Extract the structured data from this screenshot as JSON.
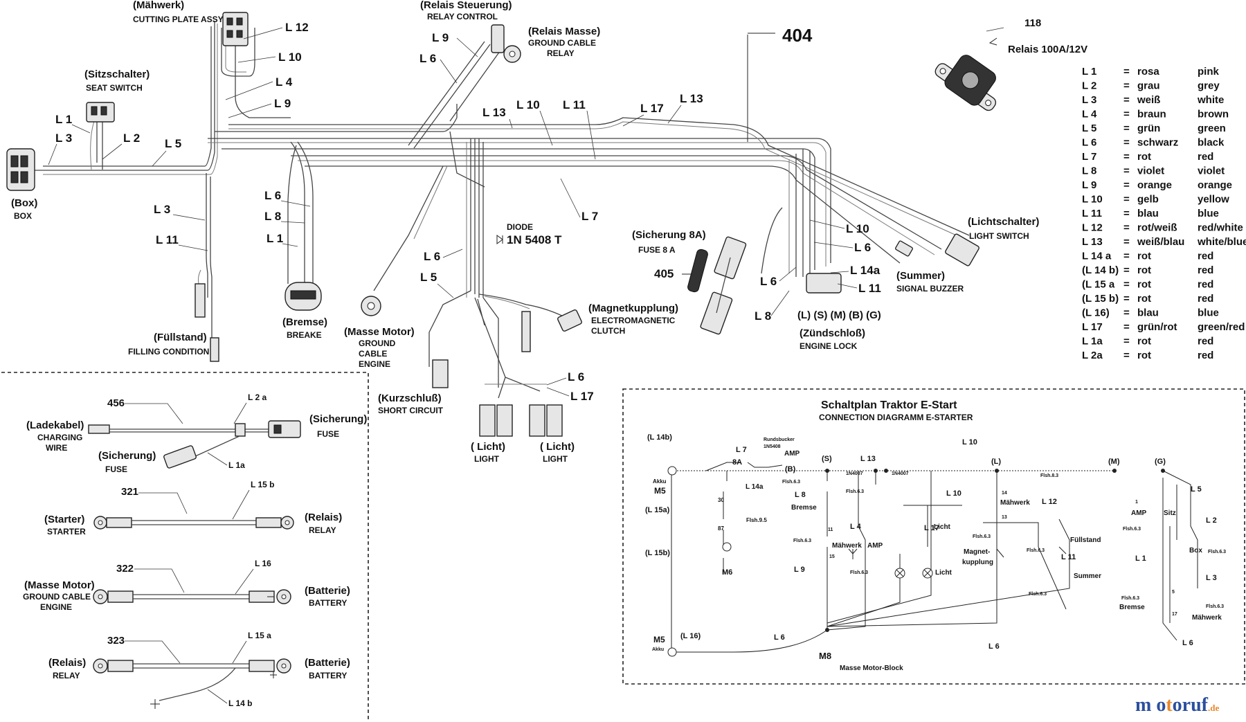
{
  "main": {
    "maehwerk": {
      "de": "(Mähwerk)",
      "en": "CUTTING PLATE ASSY"
    },
    "relais_steuerung": {
      "de": "(Relais Steuerung)",
      "en": "RELAY CONTROL"
    },
    "relais_masse": {
      "de": "(Relais Masse)",
      "en1": "GROUND CABLE",
      "en2": "RELAY"
    },
    "sitzschalter": {
      "de": "(Sitzschalter)",
      "en": "SEAT SWITCH"
    },
    "box": {
      "de": "(Box)",
      "en": "BOX"
    },
    "fuellstand": {
      "de": "(Füllstand)",
      "en": "FILLING CONDITION"
    },
    "bremse": {
      "de": "(Bremse)",
      "en": "BREAKE"
    },
    "masse_motor": {
      "de": "(Masse Motor)",
      "en1": "GROUND",
      "en2": "CABLE",
      "en3": "ENGINE"
    },
    "diode": {
      "title": "DIODE",
      "part": "1N 5408 T"
    },
    "magnetkupplung": {
      "de": "(Magnetkupplung)",
      "en1": "ELECTROMAGNETIC",
      "en2": "CLUTCH"
    },
    "sicherung": {
      "de": "(Sicherung 8A)",
      "en": "FUSE 8 A"
    },
    "lichtschalter": {
      "de": "(Lichtschalter)",
      "en": "LIGHT SWITCH"
    },
    "summer": {
      "de": "(Summer)",
      "en": "SIGNAL BUZZER"
    },
    "zuendschloss": {
      "terminals": "(L)  (S)  (M)  (B)  (G)",
      "de": "(Zündschloß)",
      "en": "ENGINE LOCK"
    },
    "kurzschluss": {
      "de": "(Kurzschluß)",
      "en": "SHORT CIRCUIT"
    },
    "licht1": {
      "de": "( Licht)",
      "en": "LIGHT"
    },
    "licht2": {
      "de": "( Licht)",
      "en": "LIGHT"
    },
    "num404": "404",
    "num405": "405",
    "num118": "118",
    "relay_label": "Relais 100A/12V",
    "wire_labels": {
      "l12": "L 12",
      "l10a": "L 10",
      "l4": "L 4",
      "l9a": "L 9",
      "l9b": "L 9",
      "l6a": "L 6",
      "l13a": "L 13",
      "l10b": "L 10",
      "l11a": "L 11",
      "l17a": "L 17",
      "l13b": "L 13",
      "l1a": "L 1",
      "l3a": "L 3",
      "l2": "L 2",
      "l5a": "L 5",
      "l3b": "L 3",
      "l11b": "L 11",
      "l6b": "L 6",
      "l8a": "L 8",
      "l1b": "L 1",
      "l7": "L 7",
      "l6c": "L 6",
      "l5b": "L 5",
      "l10c": "L 10",
      "l6d": "L 6",
      "l14a": "L 14a",
      "l11c": "L 11",
      "l6e": "L 6",
      "l8b": "L 8",
      "l6f": "L 6",
      "l17b": "L 17"
    }
  },
  "legend": [
    {
      "code": "L 1",
      "de": "rosa",
      "en": "pink"
    },
    {
      "code": "L 2",
      "de": "grau",
      "en": "grey"
    },
    {
      "code": "L 3",
      "de": "weiß",
      "en": "white"
    },
    {
      "code": "L 4",
      "de": "braun",
      "en": "brown"
    },
    {
      "code": "L 5",
      "de": "grün",
      "en": "green"
    },
    {
      "code": "L 6",
      "de": "schwarz",
      "en": "black"
    },
    {
      "code": "L 7",
      "de": "rot",
      "en": "red"
    },
    {
      "code": "L 8",
      "de": "violet",
      "en": "violet"
    },
    {
      "code": "L 9",
      "de": "orange",
      "en": "orange"
    },
    {
      "code": "L 10",
      "de": "gelb",
      "en": "yellow"
    },
    {
      "code": "L 11",
      "de": "blau",
      "en": "blue"
    },
    {
      "code": "L 12",
      "de": "rot/weiß",
      "en": "red/white"
    },
    {
      "code": "L 13",
      "de": "weiß/blau",
      "en": "white/blue"
    },
    {
      "code": "L 14 a",
      "de": "rot",
      "en": "red"
    },
    {
      "code": "(L 14 b)",
      "de": "rot",
      "en": "red"
    },
    {
      "code": "(L 15 a",
      "de": "rot",
      "en": "red"
    },
    {
      "code": "(L 15 b)",
      "de": "rot",
      "en": "red"
    },
    {
      "code": "(L 16)",
      "de": "blau",
      "en": "blue"
    },
    {
      "code": "L 17",
      "de": "grün/rot",
      "en": "green/red"
    },
    {
      "code": "L 1a",
      "de": "rot",
      "en": "red"
    },
    {
      "code": "L 2a",
      "de": "rot",
      "en": "red"
    }
  ],
  "legend_eq": "=",
  "cables": {
    "c456": {
      "num": "456",
      "left_de": "(Ladekabel)",
      "left_en1": "CHARGING",
      "left_en2": "WIRE",
      "right_de": "(Sicherung)",
      "right_en": "FUSE",
      "wire": "L 2 a",
      "sub_de": "(Sicherung)",
      "sub_en": "FUSE",
      "sub_wire": "L 1a"
    },
    "c321": {
      "num": "321",
      "left_de": "(Starter)",
      "left_en": "STARTER",
      "right_de": "(Relais)",
      "right_en": "RELAY",
      "wire": "L 15 b"
    },
    "c322": {
      "num": "322",
      "left_de": "(Masse Motor)",
      "left_en1": "GROUND CABLE",
      "left_en2": "ENGINE",
      "right_de": "(Batterie)",
      "right_en": "BATTERY",
      "wire": "L 16"
    },
    "c323": {
      "num": "323",
      "left_de": "(Relais)",
      "left_en": "RELAY",
      "right_de": "(Batterie)",
      "right_en": "BATTERY",
      "wire": "L 15 a",
      "sub_wire": "L 14 b"
    }
  },
  "schematic": {
    "title": "Schaltplan Traktor E-Start",
    "subtitle": "CONNECTION DIAGRAMM E-STARTER",
    "labels": {
      "l14b": "(L 14b)",
      "akku1": "Akku",
      "m5a": "M5",
      "l15a": "(L 15a)",
      "l15b": "(L 15b)",
      "m6": "M6",
      "t30": "30",
      "t87": "87",
      "fl95": "Flsh.9.5",
      "l7": "L 7",
      "a8": "8A",
      "rund1": "Rundsbucker",
      "rund2": "1N5408",
      "amp1": "AMP",
      "b": "(B)",
      "l14a": "L 14a",
      "fl63a": "Flsh.6.3",
      "s": "(S)",
      "l8": "L 8",
      "bremse": "Bremse",
      "l13": "L 13",
      "d1": "1N4007",
      "d2": "1N4007",
      "fl63b": "Flsh.6.3",
      "l4": "L 4",
      "t11": "11",
      "maehwerk1": "Mähwerk",
      "fl63c": "Flsh.6.3",
      "amp2": "AMP",
      "t15": "15",
      "l9": "L 9",
      "fl63d": "Flsh.6.3",
      "l10a": "L 10",
      "l10b": "L 10",
      "l17": "L 17",
      "licht1": "Licht",
      "licht2": "Licht",
      "l": "(L)",
      "maehwerk2": "Mähwerk",
      "t14": "14",
      "t13": "13",
      "fl63e": "Flsh.6.3",
      "magnet": "Magnet-",
      "kupplung": "kupplung",
      "l12": "L 12",
      "fuellstand": "Füllstand",
      "fl63f": "Flsh.6.3",
      "l11": "L 11",
      "summer": "Summer",
      "fl63g": "Flsh.6.3",
      "m": "(M)",
      "fl83h": "Flsh.8.3",
      "g": "(G)",
      "l5": "L 5",
      "t1": "1",
      "amp3": "AMP",
      "sitz": "Sitz",
      "fl63i": "Flsh.6.3",
      "l2": "L 2",
      "box": "Box",
      "fl63j": "Flsh.6.3",
      "l1": "L 1",
      "l3": "L 3",
      "fl63k": "Flsh.6.3",
      "bremse2": "Bremse",
      "t5": "5",
      "fl63l": "Flsh.6.3",
      "t17": "17",
      "maehwerk3": "Mähwerk",
      "m5b": "M5",
      "akku2": "Akku",
      "l16": "(L 16)",
      "l6a": "L 6",
      "m8": "M8",
      "masse": "Masse Motor-Block",
      "l6b": "L 6",
      "l6c": "L 6"
    }
  },
  "brand": {
    "name": "motoruf",
    "tld": ".de"
  },
  "colors": {
    "brand_blue": "#2b4f9e",
    "brand_orange": "#e8872a",
    "line": "#222222"
  }
}
